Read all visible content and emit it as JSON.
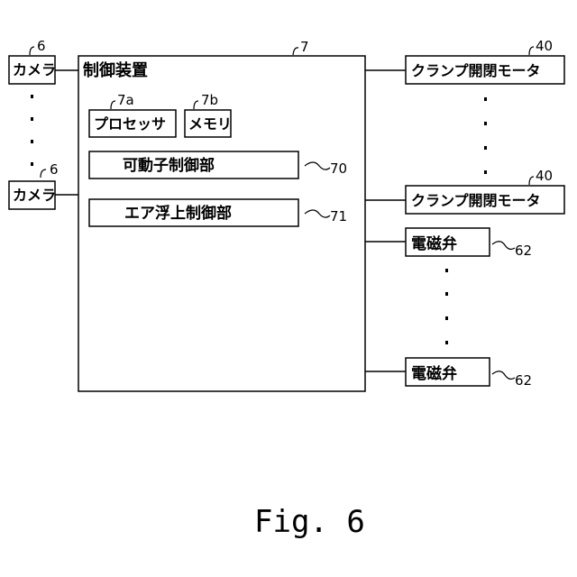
{
  "controller": {
    "label": "制御装置",
    "ref": "7"
  },
  "processor": {
    "label": "プロセッサ",
    "ref": "7a"
  },
  "memory": {
    "label": "メモリ",
    "ref": "7b"
  },
  "movable_control": {
    "label": "可動子制御部",
    "ref": "70"
  },
  "air_levitation_control": {
    "label": "エア浮上制御部",
    "ref": "71"
  },
  "cameras": [
    {
      "label": "カメラ",
      "ref": "6"
    },
    {
      "label": "カメラ",
      "ref": "6"
    }
  ],
  "clamp_motors": [
    {
      "label": "クランプ開閉モータ",
      "ref": "40"
    },
    {
      "label": "クランプ開閉モータ",
      "ref": "40"
    }
  ],
  "solenoid_valves": [
    {
      "label": "電磁弁",
      "ref": "62"
    },
    {
      "label": "電磁弁",
      "ref": "62"
    }
  ],
  "figure_caption": "Fig. 6"
}
